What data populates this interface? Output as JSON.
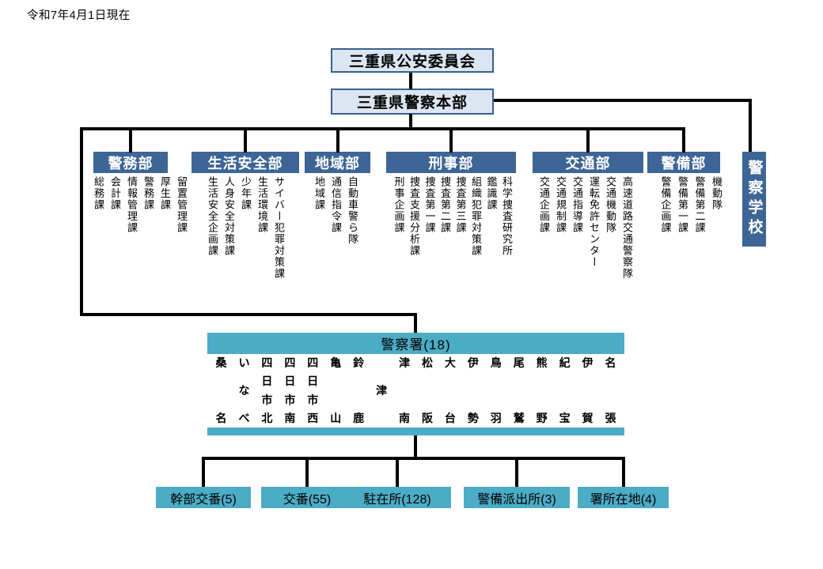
{
  "meta": {
    "date_note": "令和7年4月1日現在"
  },
  "colors": {
    "department_blue": "#3D6595",
    "top_box_fill": "#DCE6F2",
    "top_box_border": "#376092",
    "teal": "#4BACC6",
    "connector": "#000000"
  },
  "top_boxes": {
    "commission": "三重県公安委員会",
    "headquarters": "三重県警察本部"
  },
  "police_school": "警察学校",
  "departments": [
    {
      "name": "警務部",
      "divisions": [
        "留置管理課",
        "厚生課",
        "警務課",
        "情報管理課",
        "会計課",
        "総務課"
      ]
    },
    {
      "name": "生活安全部",
      "divisions": [
        "サイバー犯罪対策課",
        "生活環境課",
        "少年課",
        "人身安全対策課",
        "生活安全企画課"
      ]
    },
    {
      "name": "地域部",
      "divisions": [
        "自動車警ら隊",
        "通信指令課",
        "地域課"
      ]
    },
    {
      "name": "刑事部",
      "divisions": [
        "科学捜査研究所",
        "鑑識課",
        "組織犯罪対策課",
        "捜査第三課",
        "捜査第二課",
        "捜査第一課",
        "捜査支援分析課",
        "刑事企画課"
      ]
    },
    {
      "name": "交通部",
      "divisions": [
        "高速道路交通警察隊",
        "交通機動隊",
        "運転免許センター",
        "交通指導課",
        "交通規制課",
        "交通企画課"
      ]
    },
    {
      "name": "警備部",
      "divisions": [
        "機動隊",
        "警備第二課",
        "警備第一課",
        "警備企画課"
      ]
    }
  ],
  "police_stations": {
    "label": "警察署(18)",
    "stations": [
      "桑名",
      "いなべ",
      "四日市北",
      "四日市南",
      "四日市西",
      "亀山",
      "鈴鹿",
      "津",
      "津南",
      "松阪",
      "大台",
      "伊勢",
      "鳥羽",
      "尾鷲",
      "熊野",
      "紀宝",
      "伊賀",
      "名張"
    ]
  },
  "substations": [
    "幹部交番(5)",
    "交番(55)",
    "駐在所(128)",
    "警備派出所(3)",
    "署所在地(4)"
  ]
}
